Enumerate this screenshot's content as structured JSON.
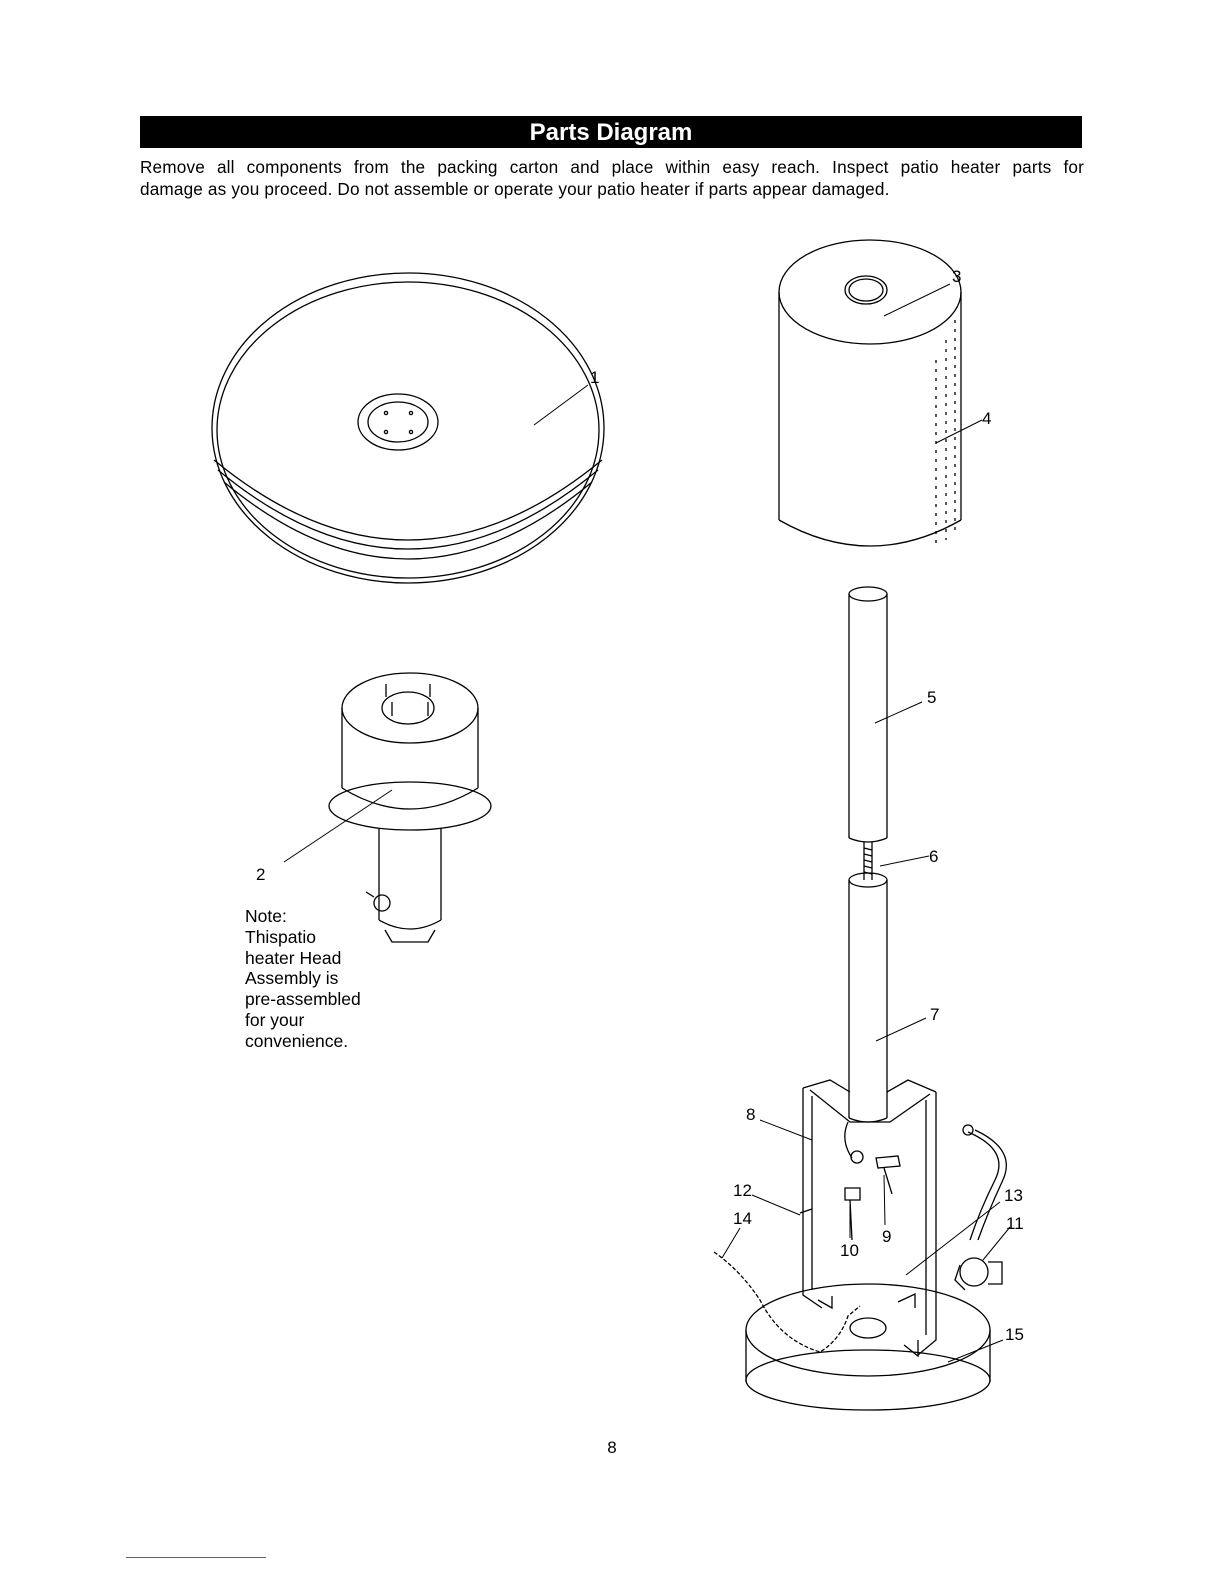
{
  "header": {
    "title": "Parts Diagram"
  },
  "intro": {
    "line1": "Remove all components from the packing carton and place within easy reach. Inspect patio heater parts for",
    "line2": "damage as you proceed. Do not assemble or operate your patio heater if parts appear damaged."
  },
  "note": {
    "lines": [
      "Note:",
      "Thispatio",
      "heater Head",
      "Assembly is",
      "pre-assembled",
      "for your",
      "convenience."
    ]
  },
  "callouts": [
    "1",
    "2",
    "3",
    "4",
    "5",
    "6",
    "7",
    "8",
    "9",
    "10",
    "11",
    "12",
    "13",
    "14",
    "15"
  ],
  "footer": {
    "page_number": "8"
  }
}
